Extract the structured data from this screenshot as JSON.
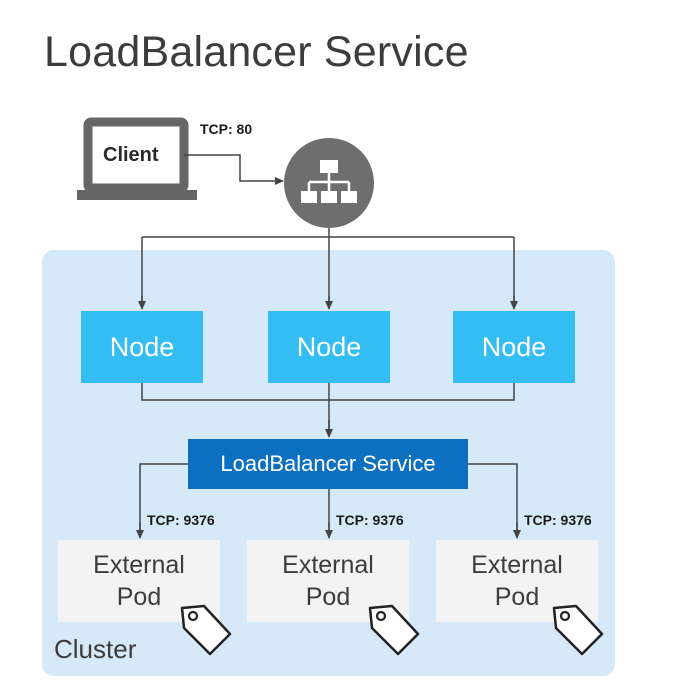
{
  "title": "LoadBalancer Service",
  "client": {
    "label": "Client",
    "port_label": "TCP: 80"
  },
  "load_balancer": {
    "icon": "network-hierarchy-icon"
  },
  "nodes": [
    {
      "label": "Node"
    },
    {
      "label": "Node"
    },
    {
      "label": "Node"
    }
  ],
  "service": {
    "label": "LoadBalancer Service"
  },
  "pods": [
    {
      "port_label": "TCP: 9376",
      "line1": "External",
      "line2": "Pod",
      "icon": "tag-icon"
    },
    {
      "port_label": "TCP: 9376",
      "line1": "External",
      "line2": "Pod",
      "icon": "tag-icon"
    },
    {
      "port_label": "TCP: 9376",
      "line1": "External",
      "line2": "Pod",
      "icon": "tag-icon"
    }
  ],
  "cluster": {
    "label": "Cluster"
  },
  "colors": {
    "node": "#33bdf3",
    "service": "#0d6fbf",
    "cluster_bg": "#d6e9f8",
    "pod_bg": "#f3f3f3",
    "lb_circle": "#6e6e6e"
  }
}
